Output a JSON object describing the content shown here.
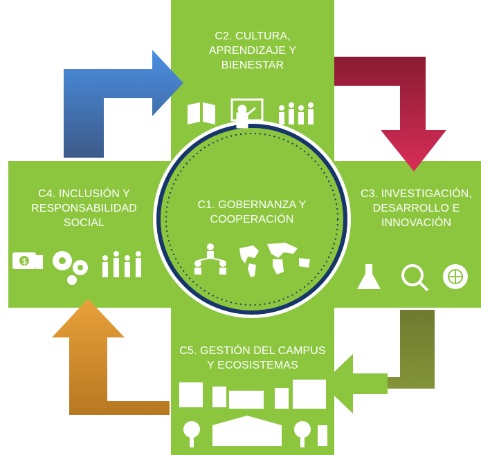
{
  "colors": {
    "panel": "#8cc63f",
    "center_fill": "#8cc63f",
    "center_ring": "#1a3a6b",
    "arrow_blue": "#3d7fd6",
    "arrow_crimson": "#b21f42",
    "arrow_olive": "#7f8a3a",
    "arrow_green": "#7ab83a",
    "arrow_orange": "#d68a2b"
  },
  "sections": {
    "c1": {
      "line1": "C1. GOBERNANZA Y",
      "line2": "COOPERACIÓN",
      "icons": [
        "people-network-icon",
        "world-map-icon"
      ]
    },
    "c2": {
      "line1": "C2. CULTURA,",
      "line2": "APRENDIZAJE Y",
      "line3": "BIENESTAR",
      "icons": [
        "book-icon",
        "teacher-board-icon",
        "group-people-icon"
      ]
    },
    "c3": {
      "line1": "C3. INVESTIGACIÓN,",
      "line2": "DESARROLLO E",
      "line3": "INNOVACIÓN",
      "icons": [
        "flask-icon",
        "magnifier-icon",
        "globe-icon"
      ]
    },
    "c4": {
      "line1": "C4. INCLUSIÓN Y",
      "line2": "RESPONSABILIDAD",
      "line3": "SOCIAL",
      "icons": [
        "money-icon",
        "gears-icon",
        "group-people-icon"
      ]
    },
    "c5": {
      "line1": "C5. GESTIÓN DEL CAMPUS",
      "line2": "Y ECOSISTEMAS",
      "icons": [
        "buildings-icon",
        "trees-campus-icon"
      ]
    }
  }
}
